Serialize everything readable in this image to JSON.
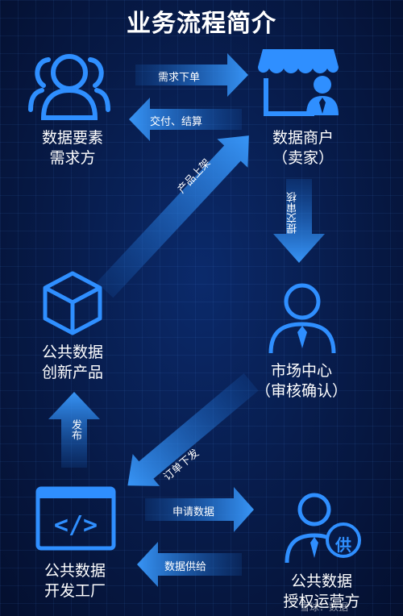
{
  "title": "业务流程简介",
  "nodes": {
    "demand": {
      "line1": "数据要素",
      "line2": "需求方"
    },
    "merchant": {
      "line1": "数据商户",
      "line2": "（卖家）"
    },
    "public_product": {
      "line1": "公共数据",
      "line2": "创新产品"
    },
    "market": {
      "line1": "市场中心",
      "line2": "（审核确认）"
    },
    "factory": {
      "line1": "公共数据",
      "line2": "开发工厂"
    },
    "operator": {
      "line1": "公共数据",
      "line2": "授权运营方"
    }
  },
  "arrows": {
    "order": "需求下单",
    "delivery": "交付、结算",
    "submit_review": "提交审核",
    "product_listing": "产品上架",
    "order_dispatch": "订单下发",
    "publish": "发布",
    "apply_data": "申请数据",
    "data_supply": "数据供给"
  },
  "badge": {
    "supply": "供"
  },
  "watermark": "雪球：数据"
}
